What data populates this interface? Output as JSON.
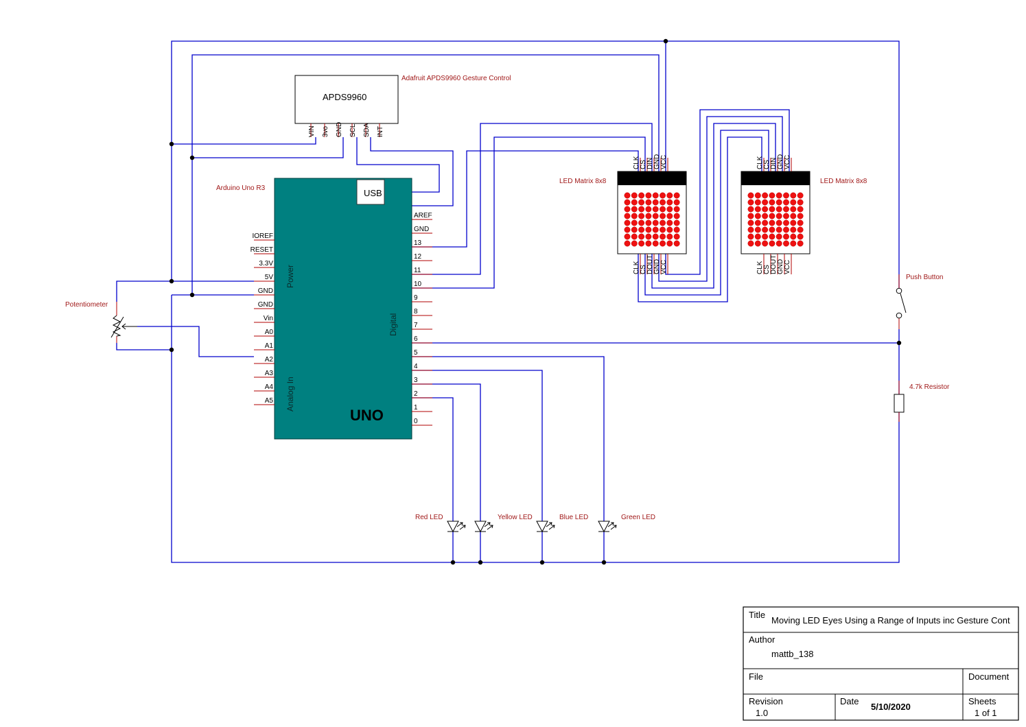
{
  "components": {
    "apds": {
      "name": "APDS9960",
      "label": "Adafruit APDS9960 Gesture Control",
      "pins": [
        "VIN",
        "3vo",
        "GND",
        "SCL",
        "SDA",
        "INT"
      ]
    },
    "uno": {
      "label": "Arduino Uno R3",
      "usb": "USB",
      "logo": "UNO",
      "power_group": "Power",
      "analog_group": "Analog In",
      "digital_group": "Digital",
      "left_pins": [
        "IOREF",
        "RESET",
        "3.3V",
        "5V",
        "GND",
        "GND",
        "Vin",
        "A0",
        "A1",
        "A2",
        "A3",
        "A4",
        "A5"
      ],
      "right_pins": [
        "AREF",
        "GND",
        "13",
        "12",
        "11",
        "10",
        "9",
        "8",
        "7",
        "6",
        "5",
        "4",
        "3",
        "2",
        "1",
        "0"
      ]
    },
    "matrix1": {
      "label": "LED Matrix 8x8",
      "top_pins": [
        "CLK",
        "CS",
        "DIN",
        "GND",
        "VCC"
      ],
      "bottom_pins": [
        "CLK",
        "CS",
        "DOUT",
        "GND",
        "VCC"
      ]
    },
    "matrix2": {
      "label": "LED Matrix 8x8",
      "top_pins": [
        "CLK",
        "CS",
        "DIN",
        "GND",
        "VCC"
      ],
      "bottom_pins": [
        "CLK",
        "CS",
        "DOUT",
        "GND",
        "VCC"
      ]
    },
    "potentiometer": {
      "label": "Potentiometer"
    },
    "push_button": {
      "label": "Push Button"
    },
    "resistor": {
      "label": "4.7k Resistor"
    },
    "leds": [
      {
        "label": "Red LED"
      },
      {
        "label": "Yellow LED"
      },
      {
        "label": "Blue LED"
      },
      {
        "label": "Green LED"
      }
    ]
  },
  "colors": {
    "wire": "#0000cc",
    "pin": "#b00000",
    "label": "#a01818",
    "uno_body": "#008080",
    "matrix_led": "#ee1111"
  },
  "title_block": {
    "title_label": "Title",
    "title": "Moving LED Eyes Using a Range of Inputs inc Gesture Cont",
    "author_label": "Author",
    "author": "mattb_138",
    "file_label": "File",
    "document_label": "Document",
    "revision_label": "Revision",
    "revision": "1.0",
    "date_label": "Date",
    "date": "5/10/2020",
    "sheets_label": "Sheets",
    "sheets": "1 of 1"
  }
}
